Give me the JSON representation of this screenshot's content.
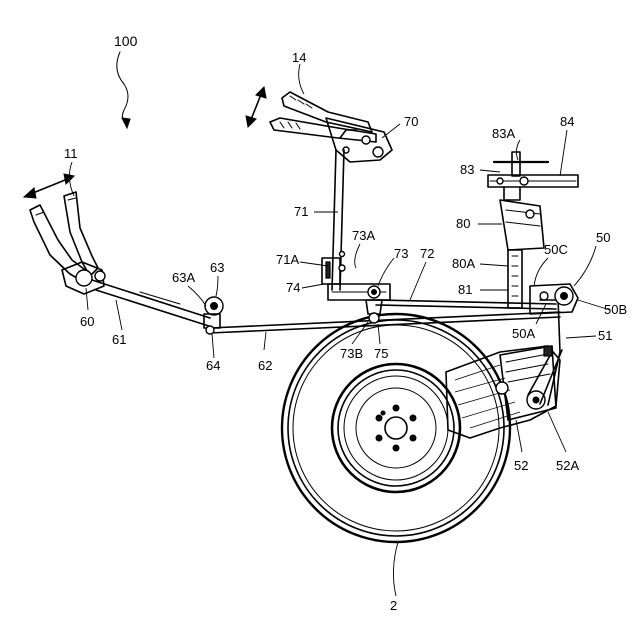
{
  "labels": {
    "l100": "100",
    "l11": "11",
    "l14": "14",
    "l70": "70",
    "l83A": "83A",
    "l84": "84",
    "l83": "83",
    "l80": "80",
    "l71": "71",
    "l73A": "73A",
    "l50": "50",
    "l50C": "50C",
    "l71A": "71A",
    "l73": "73",
    "l72": "72",
    "l80A": "80A",
    "l74": "74",
    "l81": "81",
    "l63": "63",
    "l63A": "63A",
    "l50B": "50B",
    "l60": "60",
    "l61": "61",
    "l50A": "50A",
    "l51": "51",
    "l64": "64",
    "l62": "62",
    "l73B": "73B",
    "l75": "75",
    "l52": "52",
    "l52A": "52A",
    "l2": "2"
  }
}
